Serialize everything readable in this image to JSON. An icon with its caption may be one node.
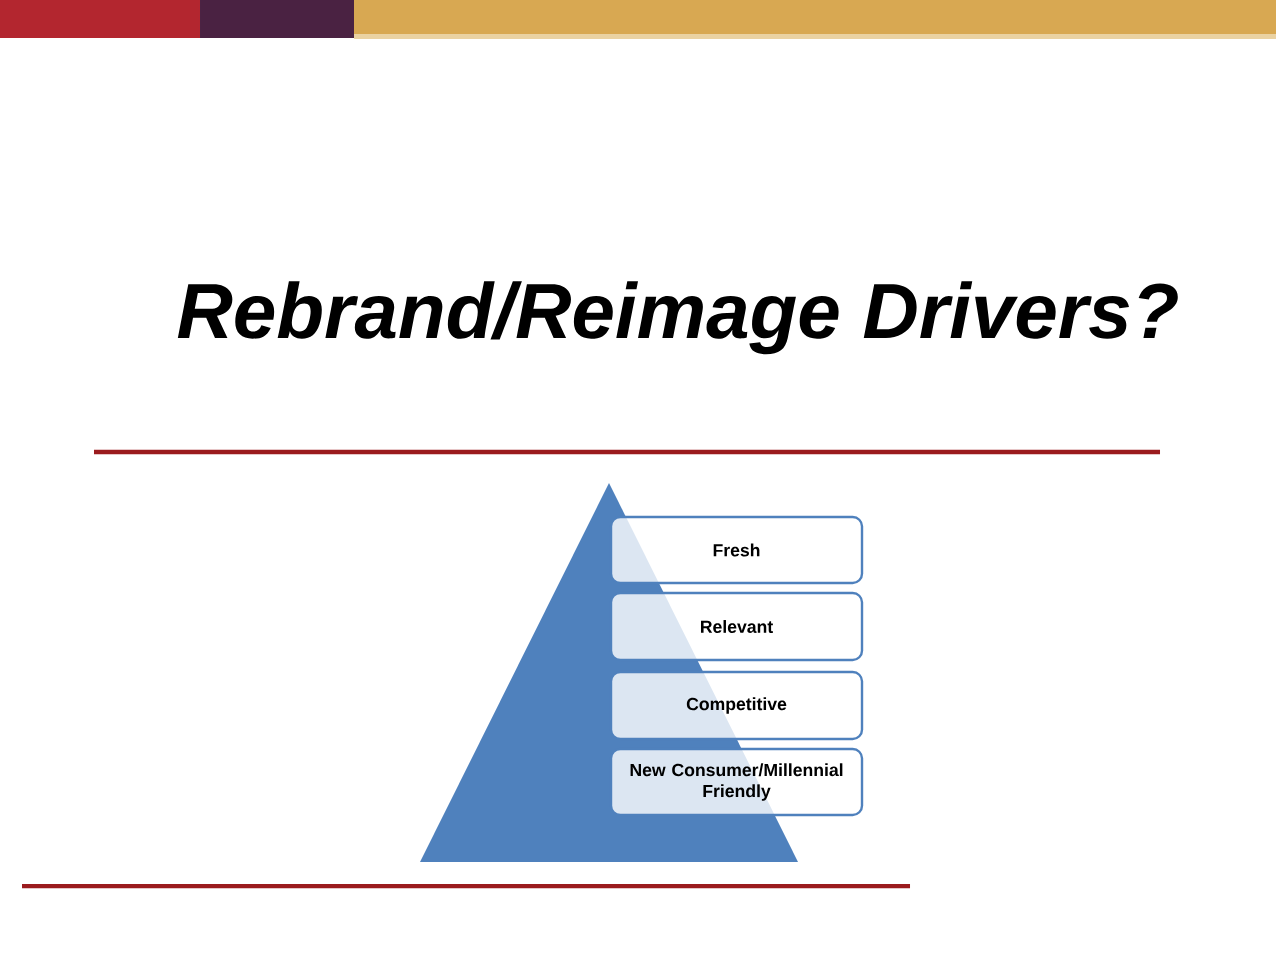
{
  "diagram": {
    "title": "Rebrand/Reimage Drivers?",
    "nodes": [
      {
        "text": [],
        "shape": "triangle"
      },
      {
        "text": [
          "Fresh"
        ]
      },
      {
        "text": [
          "Relevant"
        ]
      },
      {
        "text": [
          "Competitive"
        ]
      },
      {
        "text": [
          "New Consumer/Millennial Friendly"
        ]
      }
    ]
  }
}
